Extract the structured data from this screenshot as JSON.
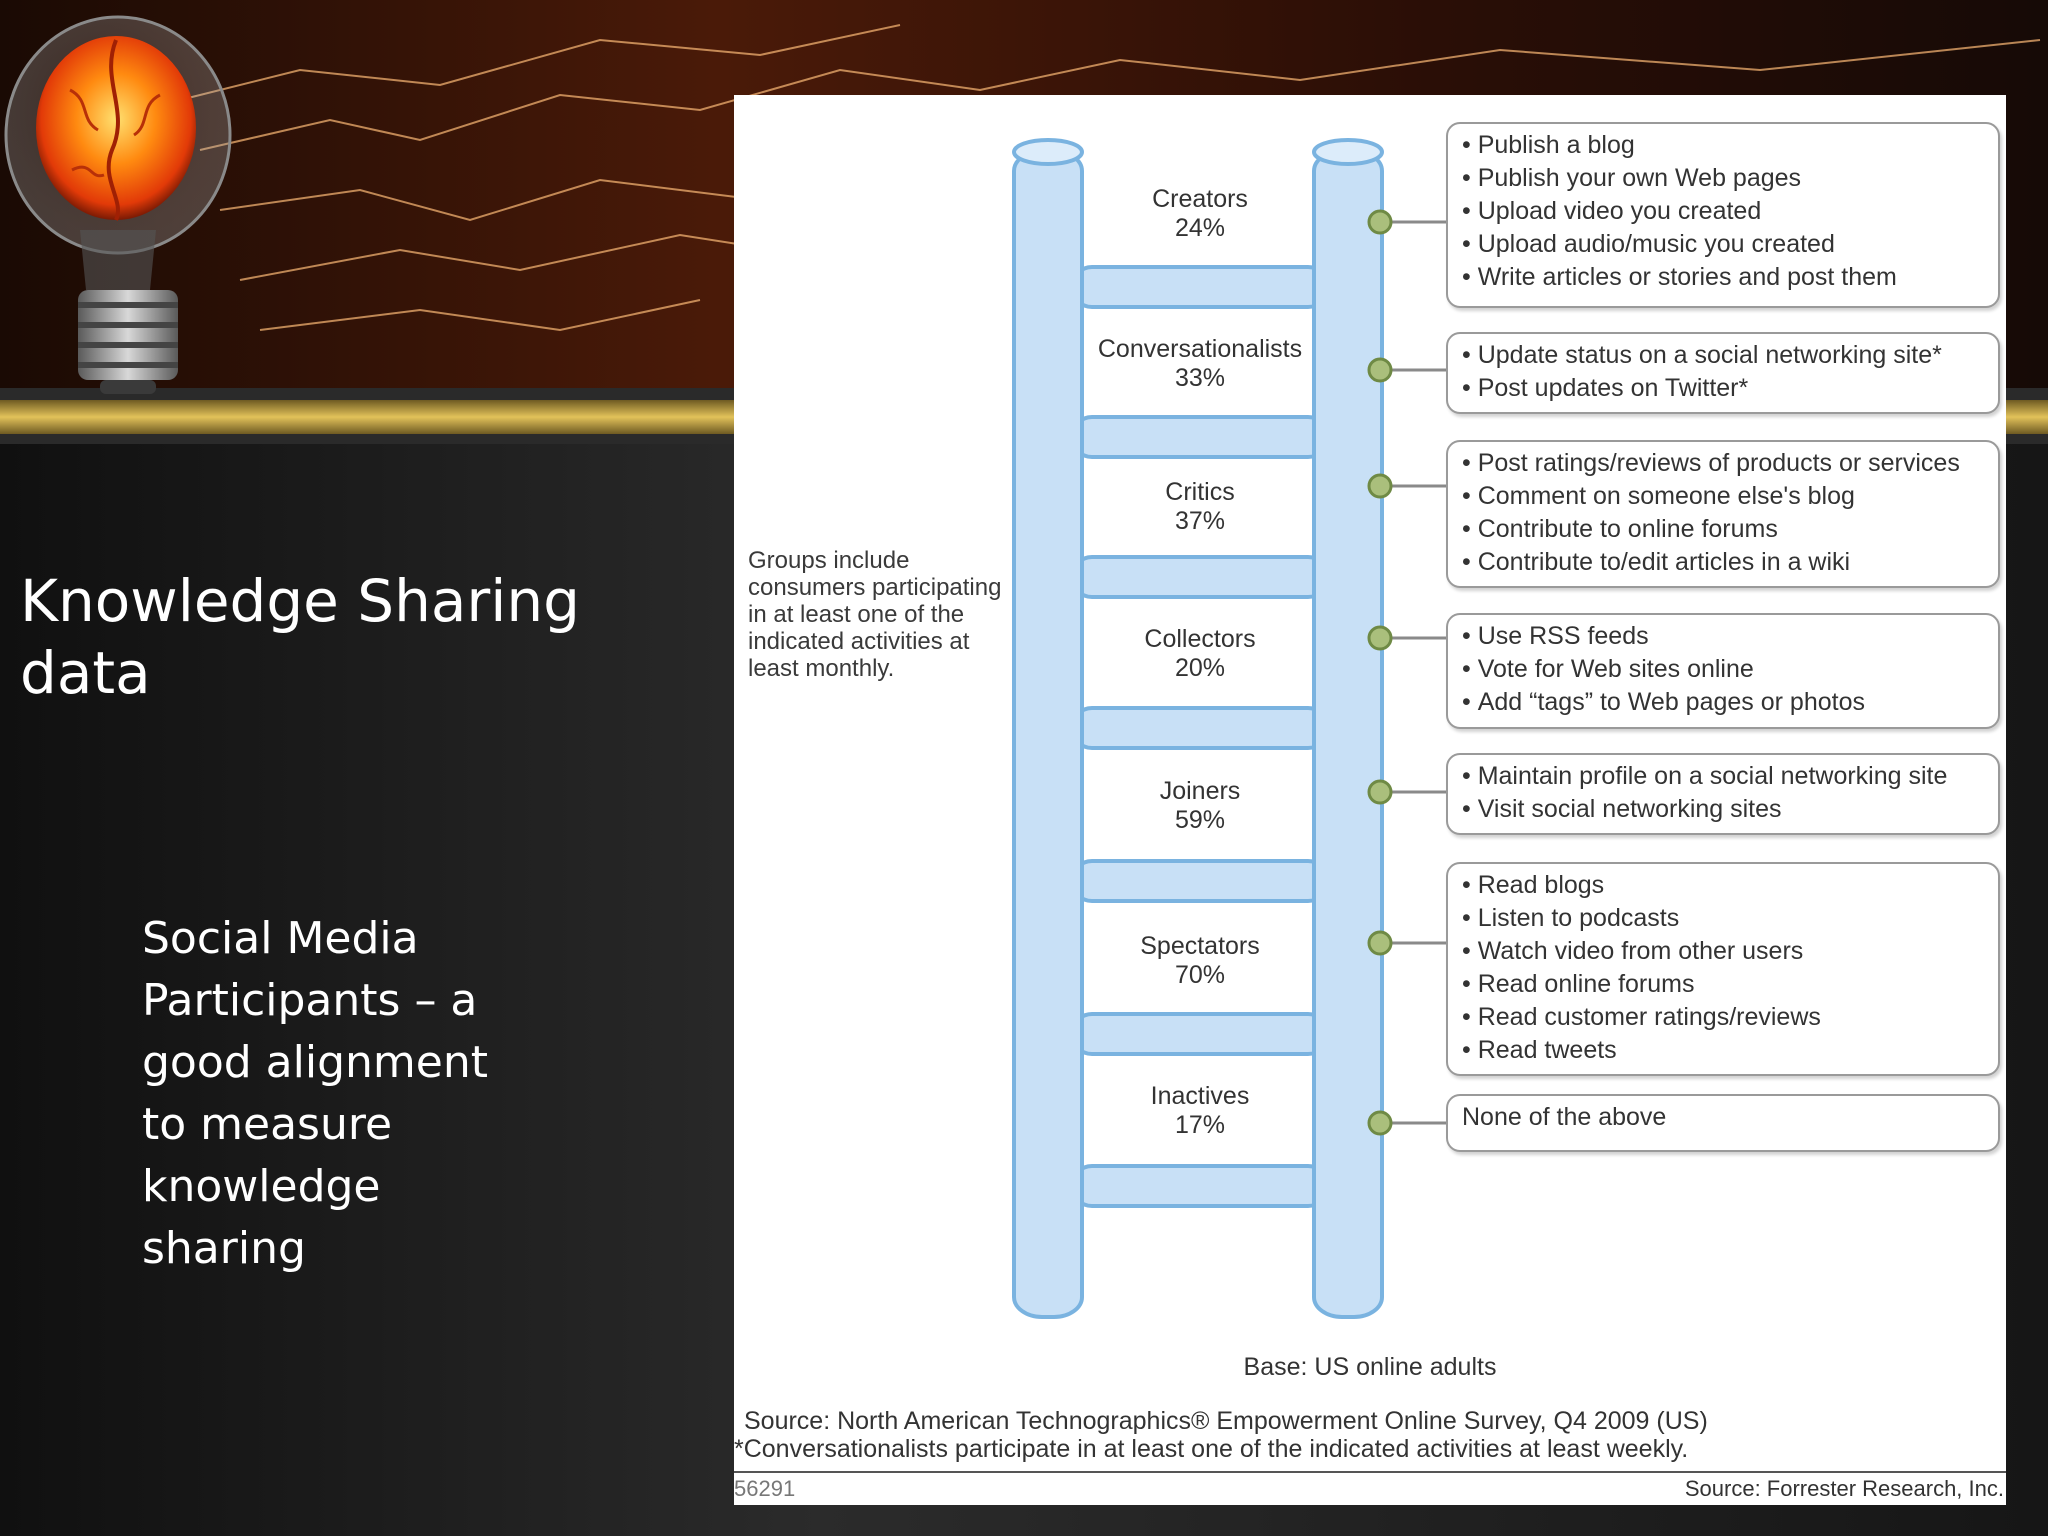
{
  "slide": {
    "title": "Knowledge Sharing data",
    "subtitle": "Social Media Participants – a good alignment to measure knowledge sharing",
    "colors": {
      "background": "#141414",
      "header_band": "#3a1408",
      "gold_bar": "#c9a23a",
      "bulb_glow": "#ff7a00"
    },
    "icons": [
      "light-bulb-icon",
      "lightning-streaks"
    ]
  },
  "diagram": {
    "note": "Groups include consumers participating in at least one of the indicated activities at least monthly.",
    "colors": {
      "rail_fill": "#c8e0f6",
      "rail_stroke": "#7ab3e0",
      "connector": "#aabf7c",
      "box_border": "#9a9a9a"
    },
    "rungs": [
      {
        "name": "Creators",
        "percent": "24%",
        "activities": [
          "Publish a blog",
          "Publish your own Web pages",
          "Upload video you created",
          "Upload audio/music you created",
          "Write articles or stories and post them"
        ]
      },
      {
        "name": "Conversationalists",
        "percent": "33%",
        "activities": [
          "Update status on a social networking site*",
          "Post updates on Twitter*"
        ]
      },
      {
        "name": "Critics",
        "percent": "37%",
        "activities": [
          "Post ratings/reviews of products or services",
          "Comment on someone else's blog",
          "Contribute to online forums",
          "Contribute to/edit articles in a wiki"
        ]
      },
      {
        "name": "Collectors",
        "percent": "20%",
        "activities": [
          "Use RSS feeds",
          "Vote for Web sites online",
          "Add “tags” to Web pages or photos"
        ]
      },
      {
        "name": "Joiners",
        "percent": "59%",
        "activities": [
          "Maintain profile on a social networking site",
          "Visit social networking sites"
        ]
      },
      {
        "name": "Spectators",
        "percent": "70%",
        "activities": [
          "Read blogs",
          "Listen to podcasts",
          "Watch video from other users",
          "Read online forums",
          "Read customer ratings/reviews",
          "Read tweets"
        ]
      },
      {
        "name": "Inactives",
        "percent": "17%",
        "activities": [
          "None of the above"
        ]
      }
    ],
    "base": "Base: US online adults",
    "source": "Source: North American Technographics® Empowerment Online Survey, Q4 2009 (US)",
    "footnote": "*Conversationalists participate in at least one of  the indicated activities at least weekly.",
    "figure_id": "56291",
    "credit": "Source: Forrester Research, Inc."
  }
}
